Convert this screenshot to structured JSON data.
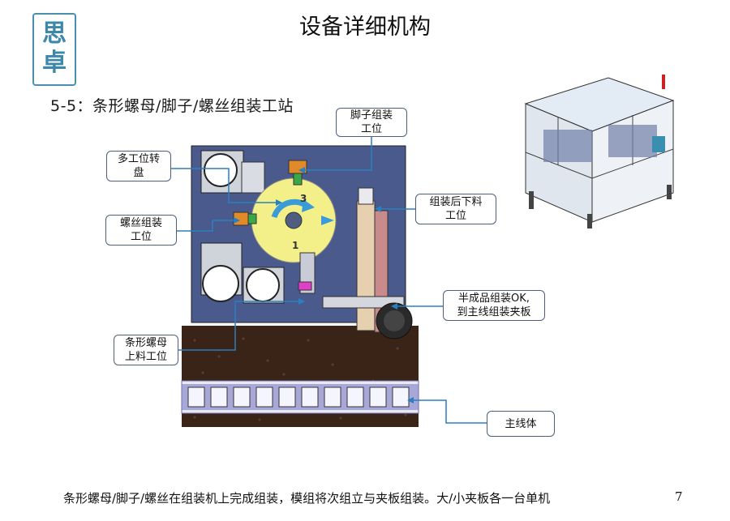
{
  "logo": {
    "chars": [
      "思",
      "卓"
    ]
  },
  "page_title": "设备详细机构",
  "section_title": "5-5：条形螺母/脚子/螺丝组装工站",
  "callouts": {
    "foot_assembly": "脚子组装\n工位",
    "multi_station_turntable": "多工位转\n盘",
    "after_assembly_unload": "组装后下料\n工位",
    "screw_assembly": "螺丝组装\n工位",
    "semi_finished_ok": "半成品组装OK,\n到主线组装夹板",
    "strip_nut_loading": "条形螺母\n上料工位",
    "main_line": "主线体"
  },
  "turntable_labels": [
    "3",
    "1"
  ],
  "footer_text": "条形螺母/脚子/螺丝在组装机上完成组装，模组将次组立与夹板组装。大/小夹板各一台单机",
  "page_number": "7",
  "colors": {
    "callout_border": "#4d5f7a",
    "leader_line": "#2a7fc0",
    "machine_plate": "#4a5a8c",
    "turntable": "#f3f08a",
    "conveyor": "#3a2418",
    "logo": "#3d87aa"
  }
}
